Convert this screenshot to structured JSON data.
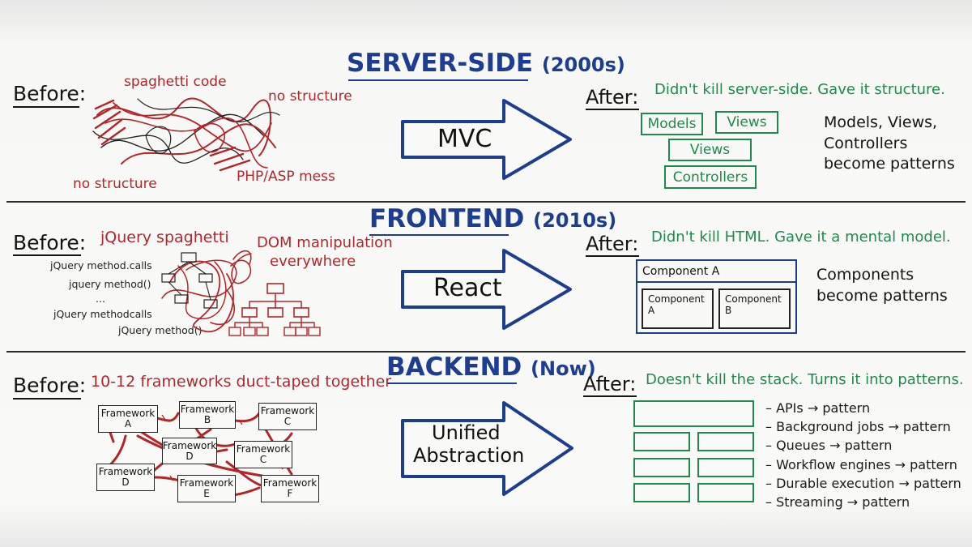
{
  "sections": [
    {
      "title": "SERVER-SIDE",
      "era": "(2000s)",
      "before_label": "Before:",
      "annotations": [
        "spaghetti code",
        "no structure",
        "no structure",
        "PHP/ASP mess"
      ],
      "arrow_label": "MVC",
      "after_label": "After:",
      "after_headline": "Didn't kill server-side. Gave it structure.",
      "boxes": [
        "Models",
        "Views",
        "Views",
        "Controllers"
      ],
      "summary": "Models, Views, Controllers become patterns"
    },
    {
      "title": "FRONTEND",
      "era": "(2010s)",
      "before_label": "Before:",
      "annotation_title": "jQuery spaghetti",
      "annotations": [
        "DOM manipulation",
        "everywhere"
      ],
      "code_lines": [
        "jQuery method.calls",
        "jquery method()",
        "...",
        "jQuery methodcalls",
        "jQuery method()"
      ],
      "arrow_label": "React",
      "after_label": "After:",
      "after_headline": "Didn't kill HTML. Gave it a mental model.",
      "outer_component": "Component A",
      "inner_components": [
        "Component A",
        "Component B"
      ],
      "summary": "Components become patterns"
    },
    {
      "title": "BACKEND",
      "era": "(Now)",
      "before_label": "Before:",
      "annotation_title": "10-12 frameworks duct-taped together",
      "frameworks": [
        {
          "word": "Framework",
          "letter": "A"
        },
        {
          "word": "Framework",
          "letter": "B"
        },
        {
          "word": "Framework",
          "letter": "C"
        },
        {
          "word": "Framework",
          "letter": "D"
        },
        {
          "word": "Framework",
          "letter": "C"
        },
        {
          "word": "Framework",
          "letter": "D"
        },
        {
          "word": "Framework",
          "letter": "E"
        },
        {
          "word": "Framework",
          "letter": "F"
        }
      ],
      "arrow_label_lines": [
        "Unified",
        "Abstraction"
      ],
      "after_label": "After:",
      "after_headline": "Doesn't kill the stack. Turns it into patterns.",
      "patterns": [
        "– APIs → pattern",
        "– Background jobs → pattern",
        "– Queues → pattern",
        "– Workflow engines → pattern",
        "– Durable execution → pattern",
        "– Streaming → pattern"
      ]
    }
  ],
  "colors": {
    "heading_blue": "#1f3d8f",
    "before_red": "#b3262a",
    "after_green": "#1f8a4c",
    "ink": "#141414"
  }
}
